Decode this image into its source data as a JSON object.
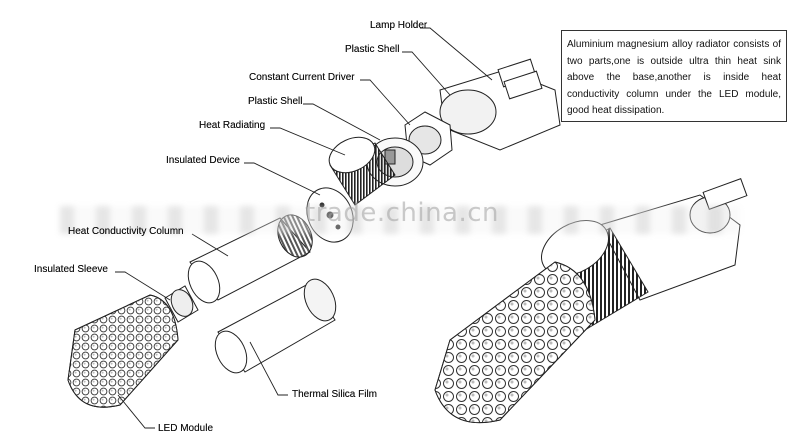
{
  "labels": {
    "lamp_holder": "Lamp Holder",
    "plastic_shell_top": "Plastic Shell",
    "constant_current_driver": "Constant Current Driver",
    "plastic_shell_mid": "Plastic Shell",
    "heat_radiating": "Heat Radiating",
    "insulated_device": "Insulated Device",
    "heat_conductivity_column": "Heat Conductivity Column",
    "insulated_sleeve": "Insulated Sleeve",
    "thermal_silica_film": "Thermal Silica Film",
    "led_module": "LED Module"
  },
  "info_box": {
    "text": "Aluminium magnesium alloy radiator consists of two parts,one is outside ultra thin heat sink above the base,another is inside heat conductivity column under the LED module, good heat dissipation."
  },
  "watermark": "trade.china.cn",
  "colors": {
    "line": "#222222",
    "fill": "#ffffff",
    "shade": "#d9d9d9",
    "dark": "#3a3a3a"
  }
}
